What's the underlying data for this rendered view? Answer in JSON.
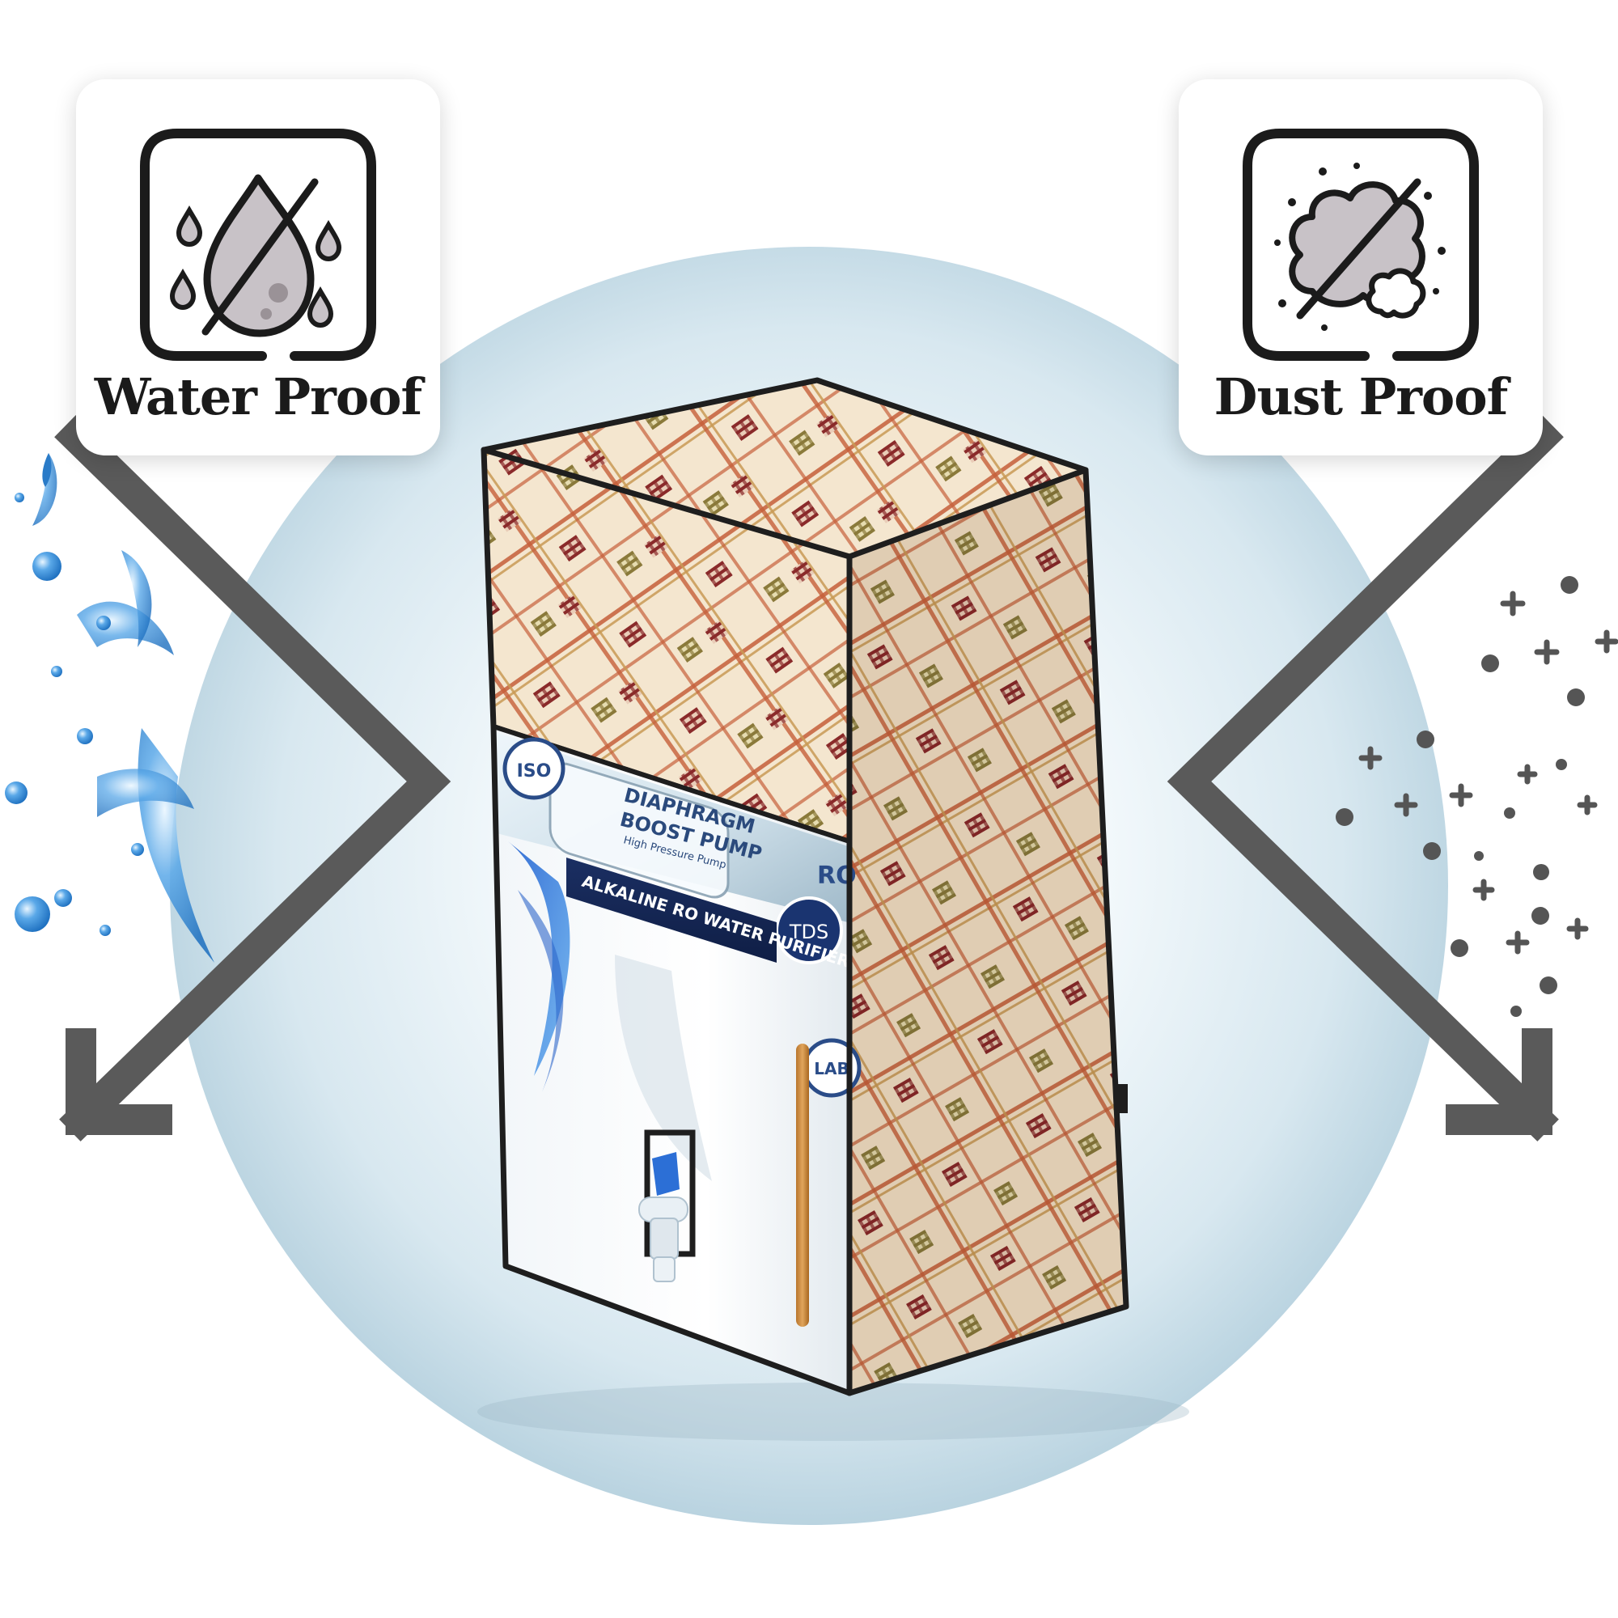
{
  "features": {
    "left": {
      "label": "Water Proof",
      "icon": "no-water-drop-icon"
    },
    "right": {
      "label": "Dust Proof",
      "icon": "no-dust-icon"
    }
  },
  "product": {
    "name": "water purifier cover",
    "panel_texts": {
      "cert": "ISO",
      "pump_line1": "DIAPHRAGM",
      "pump_line2": "BOOST PUMP",
      "pump_sub": "High Pressure Pump",
      "ro": "RO",
      "tds": "TDS",
      "band": "ALKALINE RO WATER PURIFIER",
      "lab": "LAB"
    }
  },
  "colors": {
    "arrow": "#5a5a5a",
    "sphere": "#cfe2ec",
    "fabric_base": "#f3e4cc",
    "fabric_stripe": "#c65f3a",
    "fabric_stripe2": "#c99a55",
    "check_red": "#8a2a2a",
    "check_olive": "#8a7a3a",
    "piping": "#1e1e1e",
    "water": "#3d8fd6",
    "dust": "#555555"
  }
}
